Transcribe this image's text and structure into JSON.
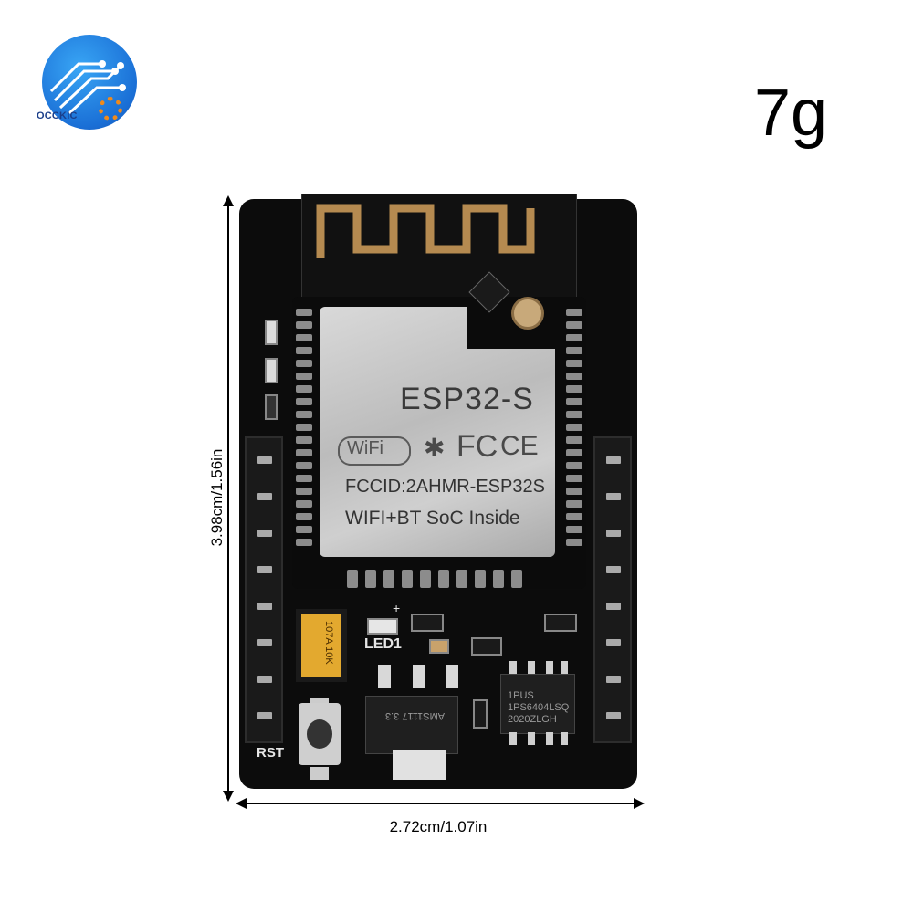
{
  "logo": {
    "brand": "OCCKIC"
  },
  "weight": "7g",
  "dimensions": {
    "height_label": "3.98cm/1.56in",
    "width_label": "2.72cm/1.07in"
  },
  "module": {
    "title": "ESP32-S",
    "wifi": "WiFi",
    "fcc": "FC",
    "ce": "CE",
    "fccid": "FCCID:2AHMR-ESP32S",
    "soc": "WIFI+BT SoC Inside"
  },
  "board": {
    "led_label": "LED1",
    "led_plus": "+",
    "rst_label": "RST",
    "cap_marking": "107A 10K",
    "regulator_marking": "AMS1117 3.3",
    "ic_marking": "1PUS 1PS6404LSQ 2020ZLGH"
  },
  "colors": {
    "board": "#0c0c0c",
    "shield": "#cfcfcf",
    "logo_blue": "#1a6fd6",
    "logo_orange": "#f08a1c"
  }
}
